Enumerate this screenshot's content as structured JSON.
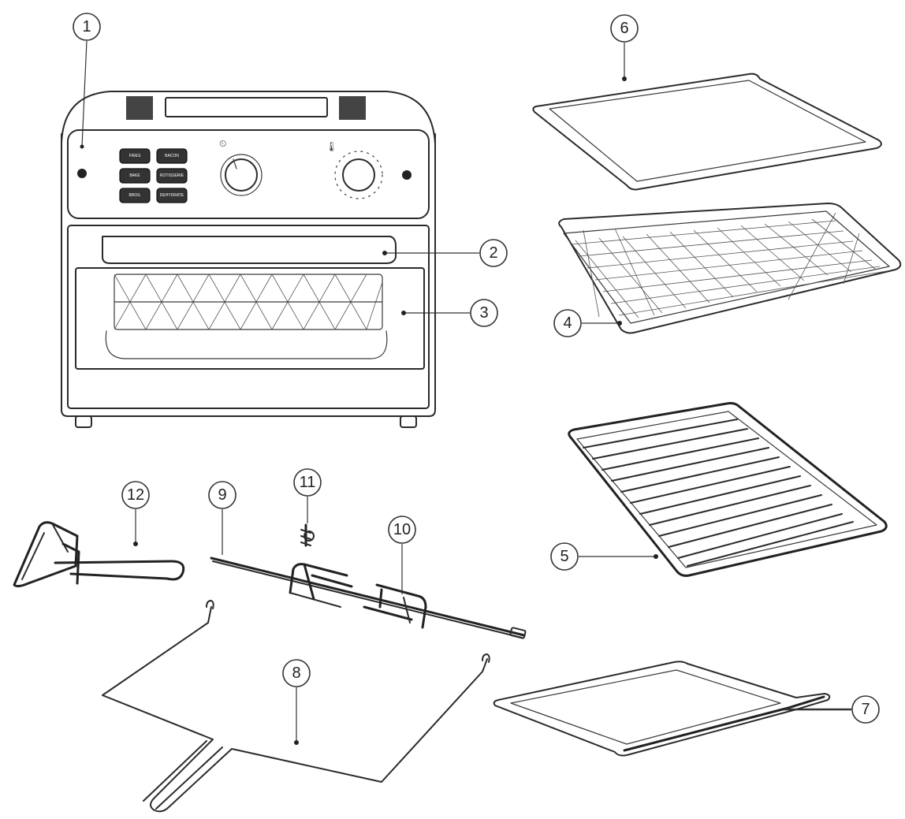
{
  "callouts": [
    {
      "id": "1",
      "label": "1"
    },
    {
      "id": "2",
      "label": "2"
    },
    {
      "id": "3",
      "label": "3"
    },
    {
      "id": "4",
      "label": "4"
    },
    {
      "id": "5",
      "label": "5"
    },
    {
      "id": "6",
      "label": "6"
    },
    {
      "id": "7",
      "label": "7"
    },
    {
      "id": "8",
      "label": "8"
    },
    {
      "id": "9",
      "label": "9"
    },
    {
      "id": "10",
      "label": "10"
    },
    {
      "id": "11",
      "label": "11"
    },
    {
      "id": "12",
      "label": "12"
    }
  ],
  "oven_panel": {
    "buttons": [
      "FRIES",
      "BACON",
      "BAKE",
      "ROTISSERIE",
      "BROIL",
      "DEHYDRATE"
    ]
  },
  "colors": {
    "line": "#2b2b2b",
    "background": "#ffffff"
  },
  "icons": [
    "oven-illustration",
    "baking-tray",
    "air-fry-basket",
    "wire-rack",
    "drip-tray",
    "rotisserie-spit",
    "rotisserie-fork",
    "fork-screw",
    "rotisserie-handle",
    "rotisserie-lifter"
  ]
}
